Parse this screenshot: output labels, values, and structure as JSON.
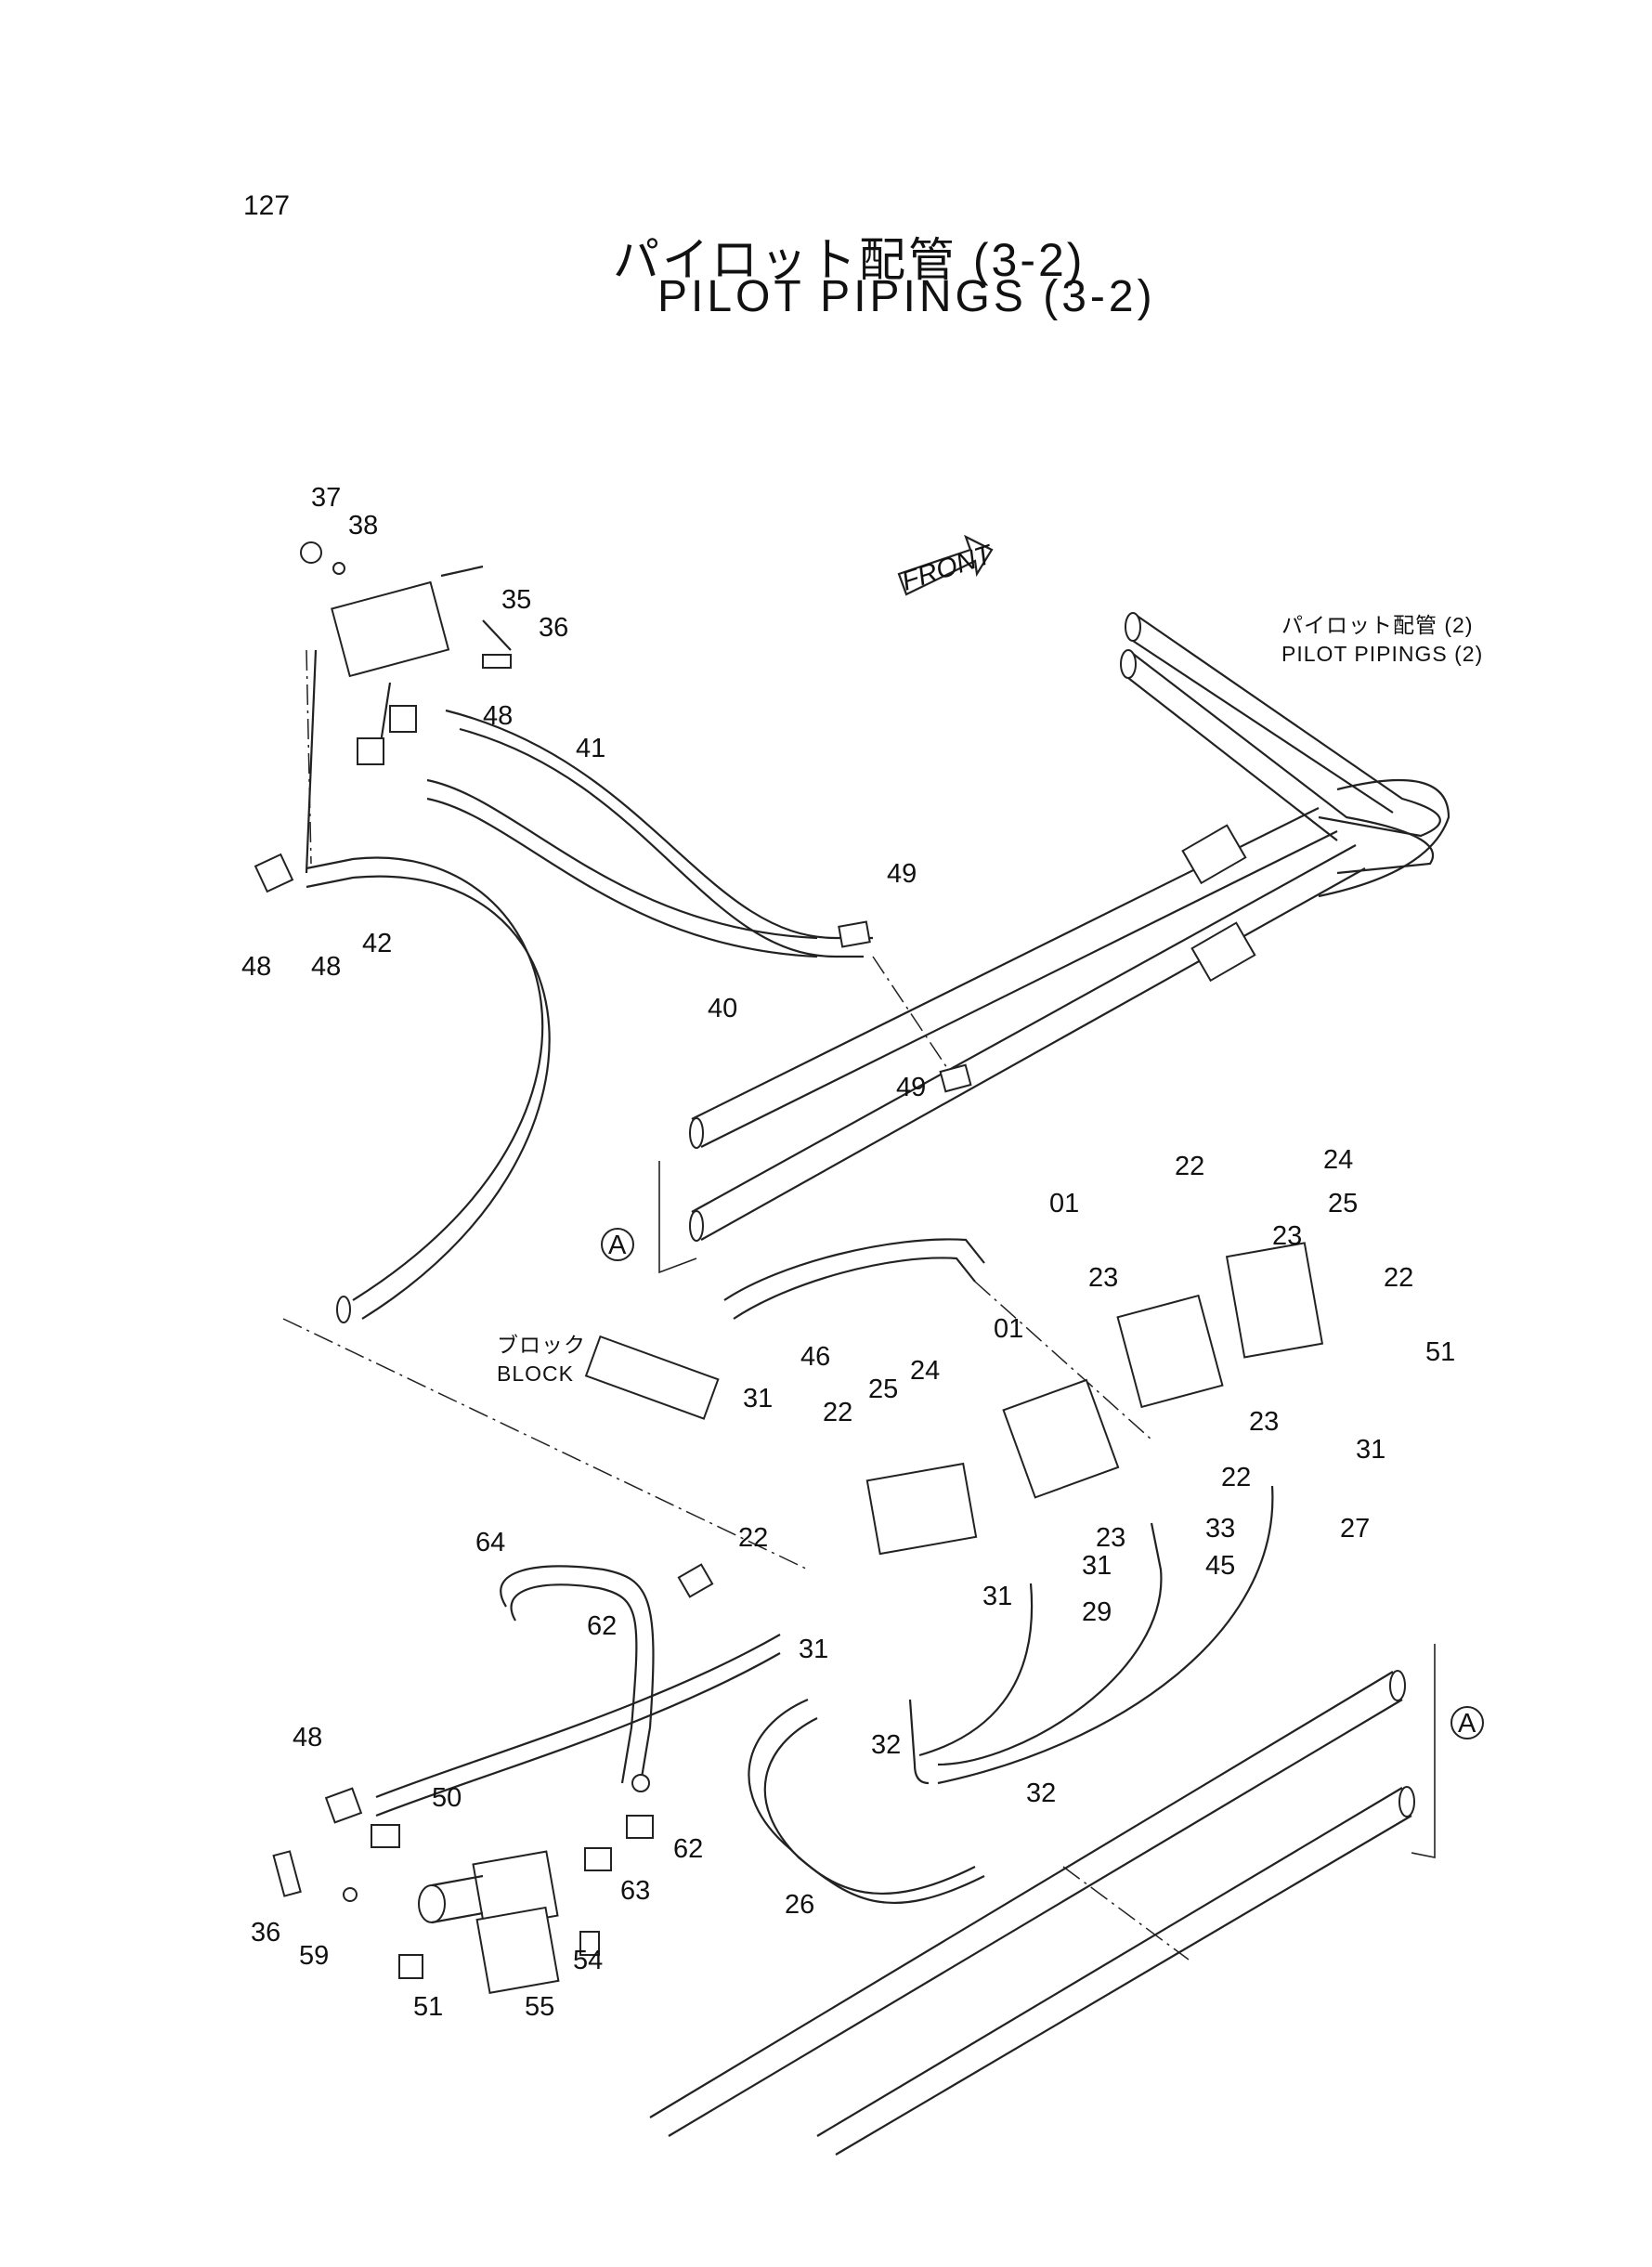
{
  "page_number": "127",
  "title_jp": "パイロット配管 (3-2)",
  "title_en": "PILOT PIPINGS (3-2)",
  "front_label": "FRONT",
  "ref_note": {
    "jp": "パイロット配管 (2)",
    "en": "PILOT PIPINGS (2)"
  },
  "block_note": {
    "jp": "ブロック",
    "en": "BLOCK"
  },
  "marker_a": "A",
  "part_labels": [
    "37",
    "38",
    "35",
    "36",
    "48",
    "48",
    "41",
    "49",
    "42",
    "48",
    "40",
    "49",
    "22",
    "24",
    "25",
    "01",
    "23",
    "22",
    "23",
    "51",
    "46",
    "01",
    "31",
    "24",
    "25",
    "22",
    "23",
    "22",
    "31",
    "33",
    "22",
    "23",
    "31",
    "45",
    "27",
    "64",
    "62",
    "31",
    "29",
    "31",
    "48",
    "32",
    "50",
    "32",
    "62",
    "36",
    "63",
    "26",
    "59",
    "54",
    "51",
    "55"
  ],
  "colors": {
    "line": "#222222",
    "background": "#ffffff"
  }
}
